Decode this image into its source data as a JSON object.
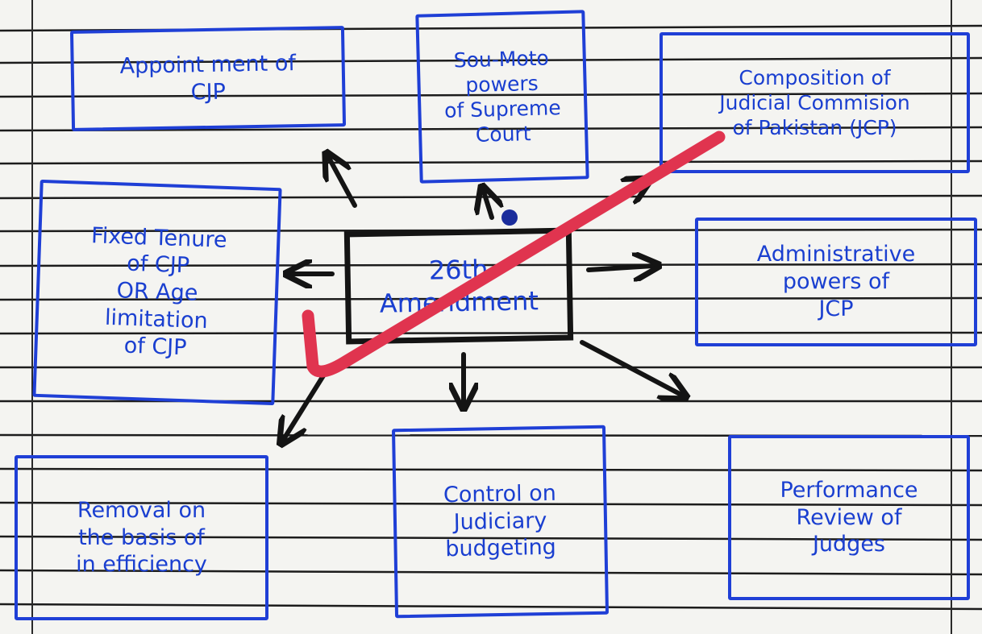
{
  "center": {
    "label": "26th\nAmendment"
  },
  "boxes": {
    "appointment": "Appoint ment of\nCJP",
    "suo_moto": "Sou-Moto\npowers\nof Supreme\nCourt",
    "composition": "Composition of\nJudicial Commision\nof Pakistan (JCP)",
    "fixed_tenure": "Fixed Tenure\nof CJP\nOR Age\nlimitation\nof CJP",
    "administrative": "Administrative\npowers of\nJCP",
    "removal": "Removal on\nthe basis of\nin efficiency",
    "budget": "Control on\nJudiciary\nbudgeting",
    "performance": "Performance\nReview of\nJudges"
  },
  "colors": {
    "ink_blue": "#1f3fd6",
    "ink_black": "#141414",
    "tick_red": "#e0344f",
    "paper": "#f4f4f1"
  }
}
